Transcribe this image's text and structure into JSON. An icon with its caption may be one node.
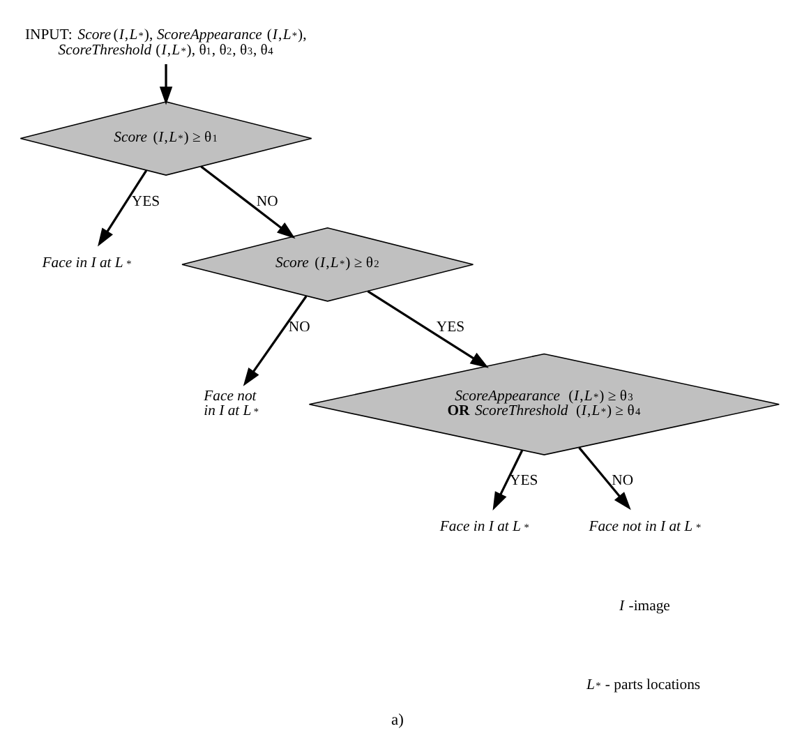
{
  "diagram": {
    "caption": "a)",
    "nodes": [
      {
        "text": [
          "INPUT: *Score*(*I*,*L*$^{*}$), *ScoreAppearance*(*I*,*L*$^{*}$), *ScoreThreshold*(*I*,*L*$^{*}$), θ$_{1}$, θ$_{2}$, θ$_{3}$, θ$_{4}$"
        ]
      },
      {
        "text": [
          "*Score* (*I*,*L*$^{*}$) ≥ θ$_{1}$"
        ]
      },
      {
        "text": [
          "Face in I at L$^{*}$"
        ]
      },
      {
        "text": [
          "*Score* (*I*,*L*$^{*}$) ≥ θ$_{2}$"
        ]
      },
      {
        "text": [
          "Face not in I at L$^{*}$"
        ]
      },
      {
        "text": [
          "*ScoreAppearance* (*I*,*L*$^{*}$) ≥ θ$_{3}$ **OR** *ScoreThreshold* (*I*,*L*$^{*}$) ≥ θ$_{4}$"
        ]
      },
      {
        "text": [
          "Face in I at L$^{*}$"
        ]
      },
      {
        "text": [
          "Face not in I at L$^{*}$"
        ]
      }
    ],
    "edges": [
      {
        "from": 0,
        "to": 1,
        "arrow": "to"
      },
      {
        "from": 1,
        "to": 2,
        "arrow": "to",
        "label": "YES"
      },
      {
        "from": 1,
        "to": 3,
        "arrow": "to",
        "label": "NO"
      },
      {
        "from": 3,
        "to": 5,
        "arrow": "to",
        "label": "YES"
      },
      {
        "from": 3,
        "to": 4,
        "arrow": "to",
        "label": "NO"
      },
      {
        "from": 5,
        "to": 6,
        "arrow": "to",
        "label": "YES"
      },
      {
        "from": 5,
        "to": 7,
        "arrow": "to",
        "label": "NO"
      }
    ],
    "labels": [
      "*I* -image",
      "*L*$^{*}$ - parts locations"
    ]
  }
}
